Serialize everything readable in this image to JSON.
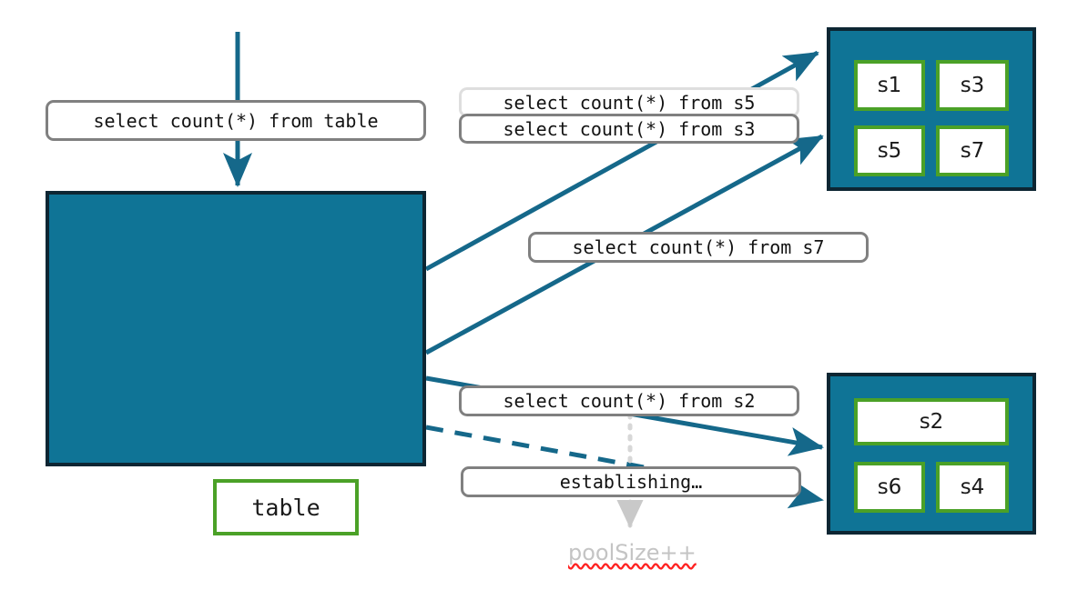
{
  "diagram": {
    "title": "connection-pool-query-routing",
    "colors": {
      "pool_fill": "#0f7496",
      "pool_border": "#0d2633",
      "node_border": "#4ba127",
      "node_fill": "#ffffff",
      "arrow": "#15688a",
      "pill_border": "#808080",
      "pill_border_faded": "#dedede",
      "annotation_text": "#c4c4c4",
      "spellcheck_underline": "#ff2222"
    },
    "main_pool": {
      "node_label": "table"
    },
    "top_pool": {
      "nodes": [
        {
          "label": "s1"
        },
        {
          "label": "s3"
        },
        {
          "label": "s5"
        },
        {
          "label": "s7"
        }
      ]
    },
    "bottom_pool": {
      "nodes": [
        {
          "label": "s2"
        },
        {
          "label": "s6"
        },
        {
          "label": "s4"
        }
      ]
    },
    "labels": {
      "query_table": "select count(*) from table",
      "query_s5": "select count(*) from s5",
      "query_s3": "select count(*) from s3",
      "query_s7": "select count(*) from s7",
      "query_s2": "select count(*) from s2",
      "establishing": "establishing…",
      "pool_size_increment": "poolSize++"
    }
  }
}
